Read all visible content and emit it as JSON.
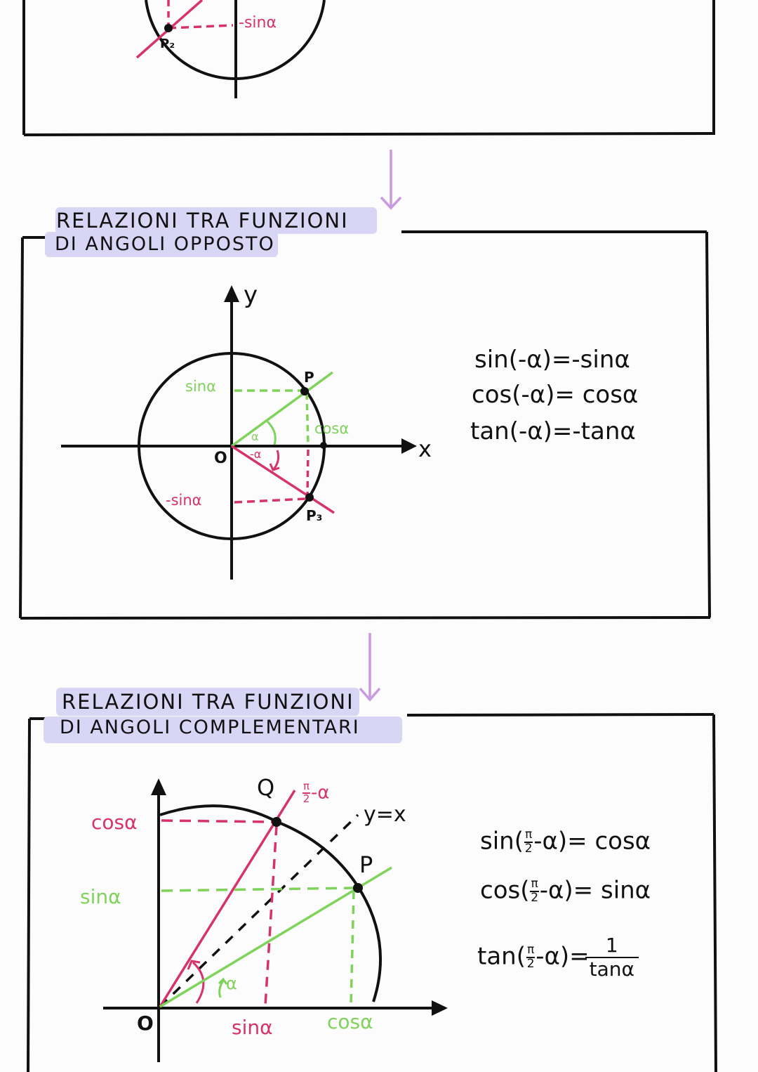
{
  "colors": {
    "ink": "#111111",
    "pink": "#d6336c",
    "green": "#7fd35a",
    "highlight": "#d9d6f5",
    "arrow": "#c99ae0"
  },
  "top_section": {
    "labels": {
      "neg_sin": "-sinα",
      "point": "P₂"
    }
  },
  "section_opposite": {
    "title_line1": "RELAZIONI TRA FUNZIONI",
    "title_line2": "DI ANGOLI OPPOSTO",
    "diagram": {
      "axis_x": "x",
      "axis_y": "y",
      "origin": "O",
      "point_p": "P",
      "point_p3": "P₃",
      "sin_label": "sinα",
      "neg_sin_label": "-sinα",
      "cos_label": "cosα",
      "angle_alpha": "α",
      "angle_neg_alpha": "-α"
    },
    "formulas": [
      "sin(-α)=-sinα",
      "cos(-α)= cosα",
      "tan(-α)=-tanα"
    ]
  },
  "section_complementary": {
    "title_line1": "RELAZIONI TRA FUNZIONI",
    "title_line2": "DI ANGOLI COMPLEMENTARI",
    "diagram": {
      "origin": "O",
      "point_q": "Q",
      "point_p": "P",
      "line_label": "y=x",
      "angle_label_num": "π",
      "angle_label_den": "2",
      "angle_label_rest": "-α",
      "angle_alpha": "α",
      "cos_y_label": "cosα",
      "sin_y_label": "sinα",
      "sin_x_label": "sinα",
      "cos_x_label": "cosα"
    },
    "formulas": [
      {
        "fn": "sin",
        "pi": "π",
        "two": "2",
        "rest": "-α)= cosα"
      },
      {
        "fn": "cos",
        "pi": "π",
        "two": "2",
        "rest": "-α)= sinα"
      },
      {
        "fn": "tan",
        "pi": "π",
        "two": "2",
        "rest": "-α)=",
        "num": "1",
        "den": "tanα"
      }
    ]
  }
}
